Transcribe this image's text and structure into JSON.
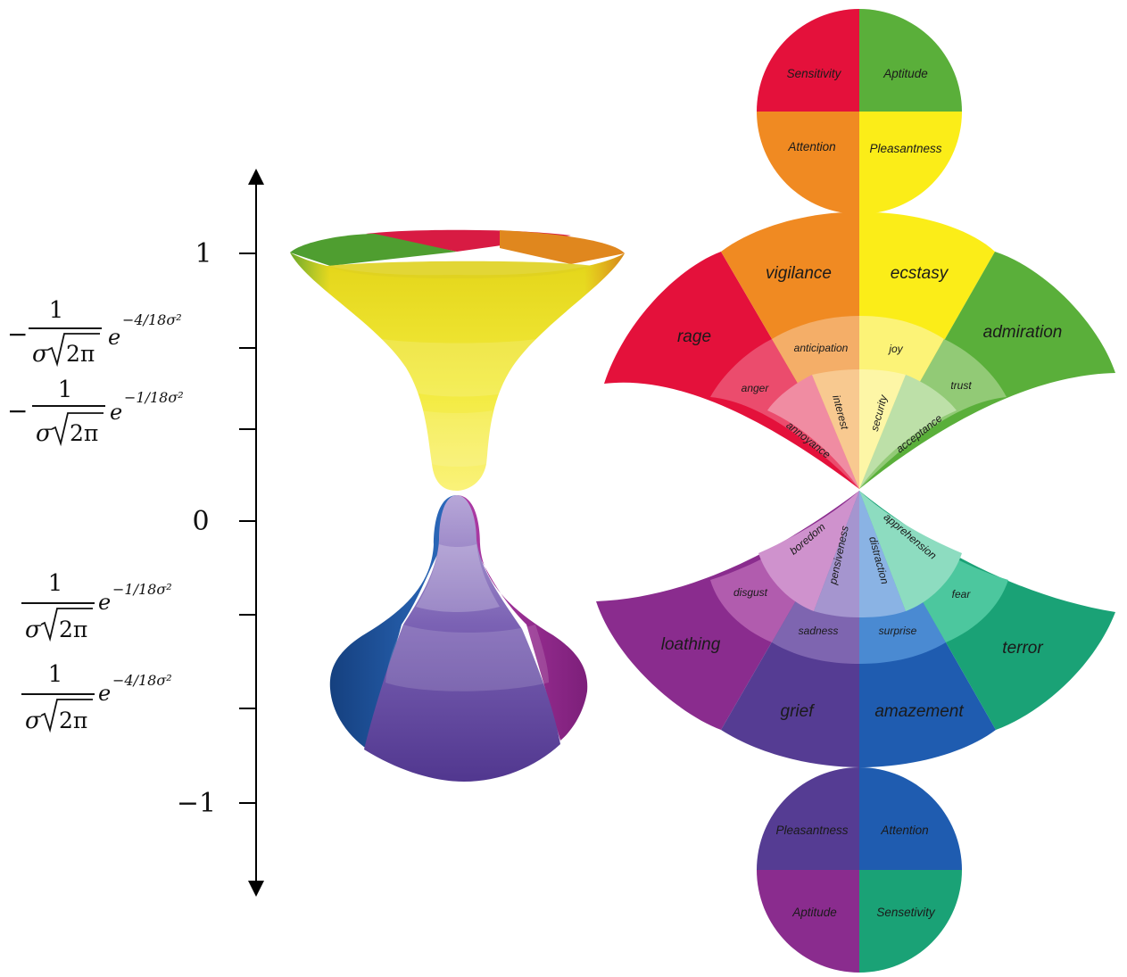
{
  "axis": {
    "ticks": {
      "one": "1",
      "zero": "0",
      "minus_one": "−1"
    },
    "formulas": {
      "upper_neg_sign": "−",
      "lower_neg_sign": "−",
      "numerator": "1",
      "denominator_sigma": "σ",
      "denominator_root": "2π",
      "exp_base": "e",
      "exp_4": "−4/18σ²",
      "exp_1": "−1/18σ²"
    }
  },
  "top_circle": {
    "tl": "Sensitivity",
    "tr": "Aptitude",
    "bl": "Attention",
    "br": "Pleasantness"
  },
  "bottom_circle": {
    "tl": "Pleasantness",
    "tr": "Attention",
    "bl": "Aptitude",
    "br": "Sensetivity"
  },
  "upper_wheel": {
    "outer": {
      "rage": "rage",
      "vigilance": "vigilance",
      "ecstasy": "ecstasy",
      "admiration": "admiration"
    },
    "middle": {
      "anger": "anger",
      "anticipation": "anticipation",
      "joy": "joy",
      "trust": "trust"
    },
    "inner": {
      "annoyance": "annoyance",
      "interest": "interest",
      "serenity": "security",
      "acceptance": "acceptance"
    }
  },
  "lower_wheel": {
    "outer": {
      "loathing": "loathing",
      "grief": "grief",
      "amazement": "amazement",
      "terror": "terror"
    },
    "middle": {
      "disgust": "disgust",
      "sadness": "sadness",
      "surprise": "surprise",
      "fear": "fear"
    },
    "inner": {
      "boredom": "boredom",
      "pensiveness": "pensiveness",
      "distraction": "distraction",
      "apprehension": "apprehension"
    }
  },
  "colors": {
    "red": "#e4113b",
    "orange": "#f08a22",
    "yellow": "#fbed18",
    "green": "#5aaf3a",
    "purple": "#8a2c8e",
    "violet": "#553c93",
    "blue": "#1f5cb0",
    "teal": "#1aa276"
  }
}
